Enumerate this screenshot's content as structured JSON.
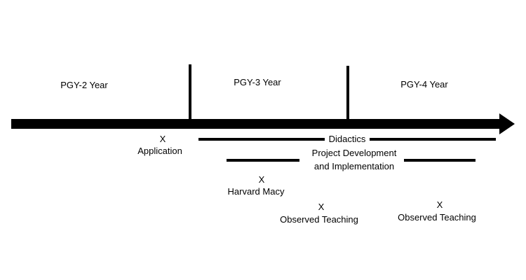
{
  "timeline": {
    "years": [
      {
        "label": "PGY-2 Year"
      },
      {
        "label": "PGY-3 Year"
      },
      {
        "label": "PGY-4 Year"
      }
    ]
  },
  "events": {
    "application": {
      "marker": "X",
      "label": "Application"
    },
    "harvard_macy": {
      "marker": "X",
      "label": "Harvard Macy"
    },
    "observed_teaching_1": {
      "marker": "X",
      "label": "Observed Teaching"
    },
    "observed_teaching_2": {
      "marker": "X",
      "label": "Observed Teaching"
    }
  },
  "spans": {
    "didactics": {
      "label": "Didactics"
    },
    "project": {
      "label_line1": "Project Development",
      "label_line2": "and Implementation"
    }
  },
  "colors": {
    "line": "#000000",
    "background": "#ffffff"
  }
}
